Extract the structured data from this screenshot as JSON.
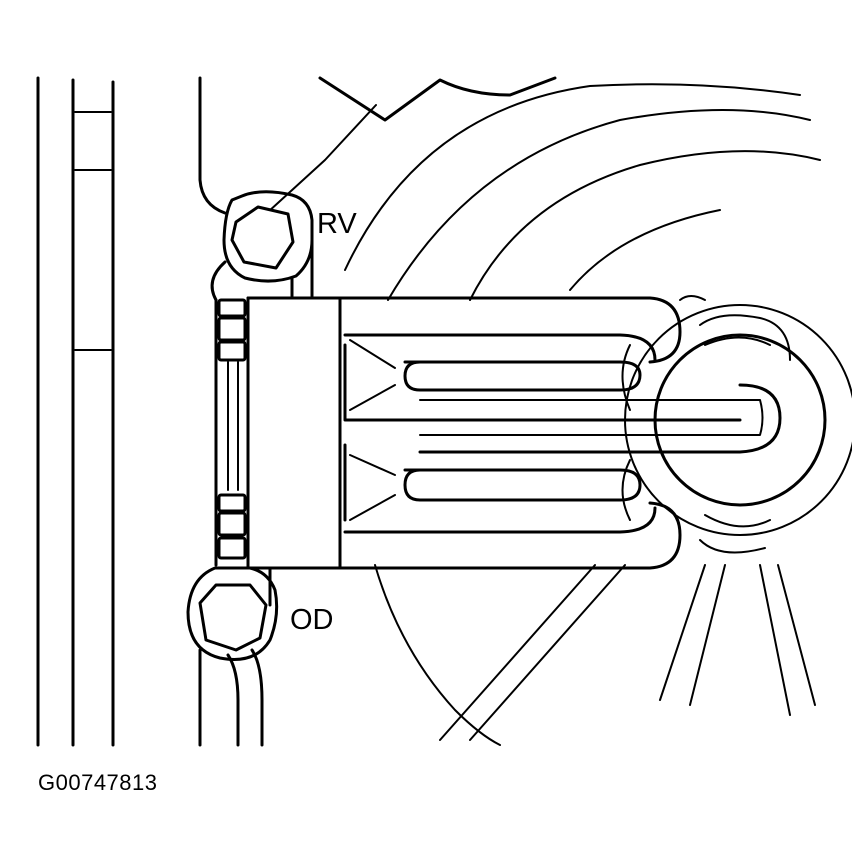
{
  "diagram": {
    "labels": {
      "rv": "RV",
      "od": "OD"
    },
    "figure_id": "G00747813"
  }
}
